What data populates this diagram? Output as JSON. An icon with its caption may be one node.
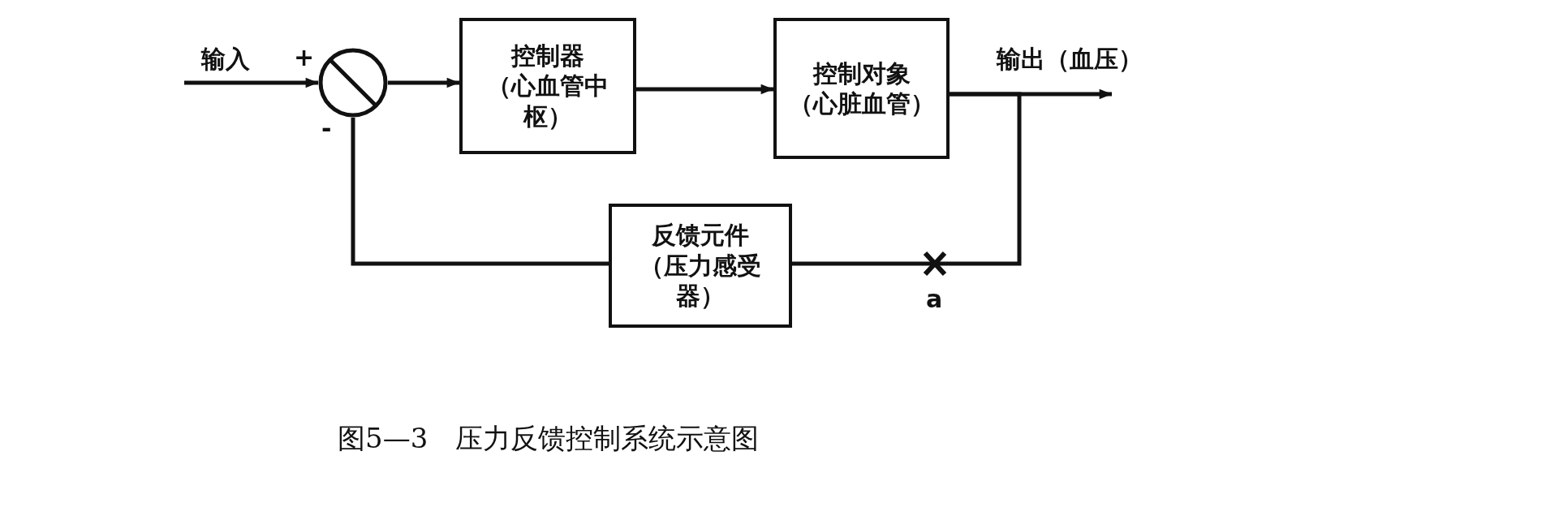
{
  "diagram": {
    "caption": "图5—3　压力反馈控制系统示意图",
    "nodes": [
      {
        "text": [],
        "shape": "circle"
      },
      {
        "text": [
          "控制器",
          "（心血管中枢）"
        ]
      },
      {
        "text": [
          "控制对象",
          "（心脏血管）"
        ]
      },
      {
        "text": [
          "反馈元件",
          "（压力感受器）"
        ]
      }
    ],
    "edges": [
      {
        "from": null,
        "to": 0,
        "arrow": "to",
        "label": "输入"
      },
      {
        "from": 0,
        "to": 1,
        "arrow": "to"
      },
      {
        "from": 1,
        "to": 2,
        "arrow": "to"
      },
      {
        "from": 2,
        "to": null,
        "arrow": "to",
        "label": "输出（血压）"
      },
      {
        "from": 2,
        "to": 3,
        "arrow": "none"
      },
      {
        "from": 3,
        "to": 0,
        "arrow": "none"
      }
    ],
    "labels": [
      "+",
      "-",
      "a"
    ]
  }
}
